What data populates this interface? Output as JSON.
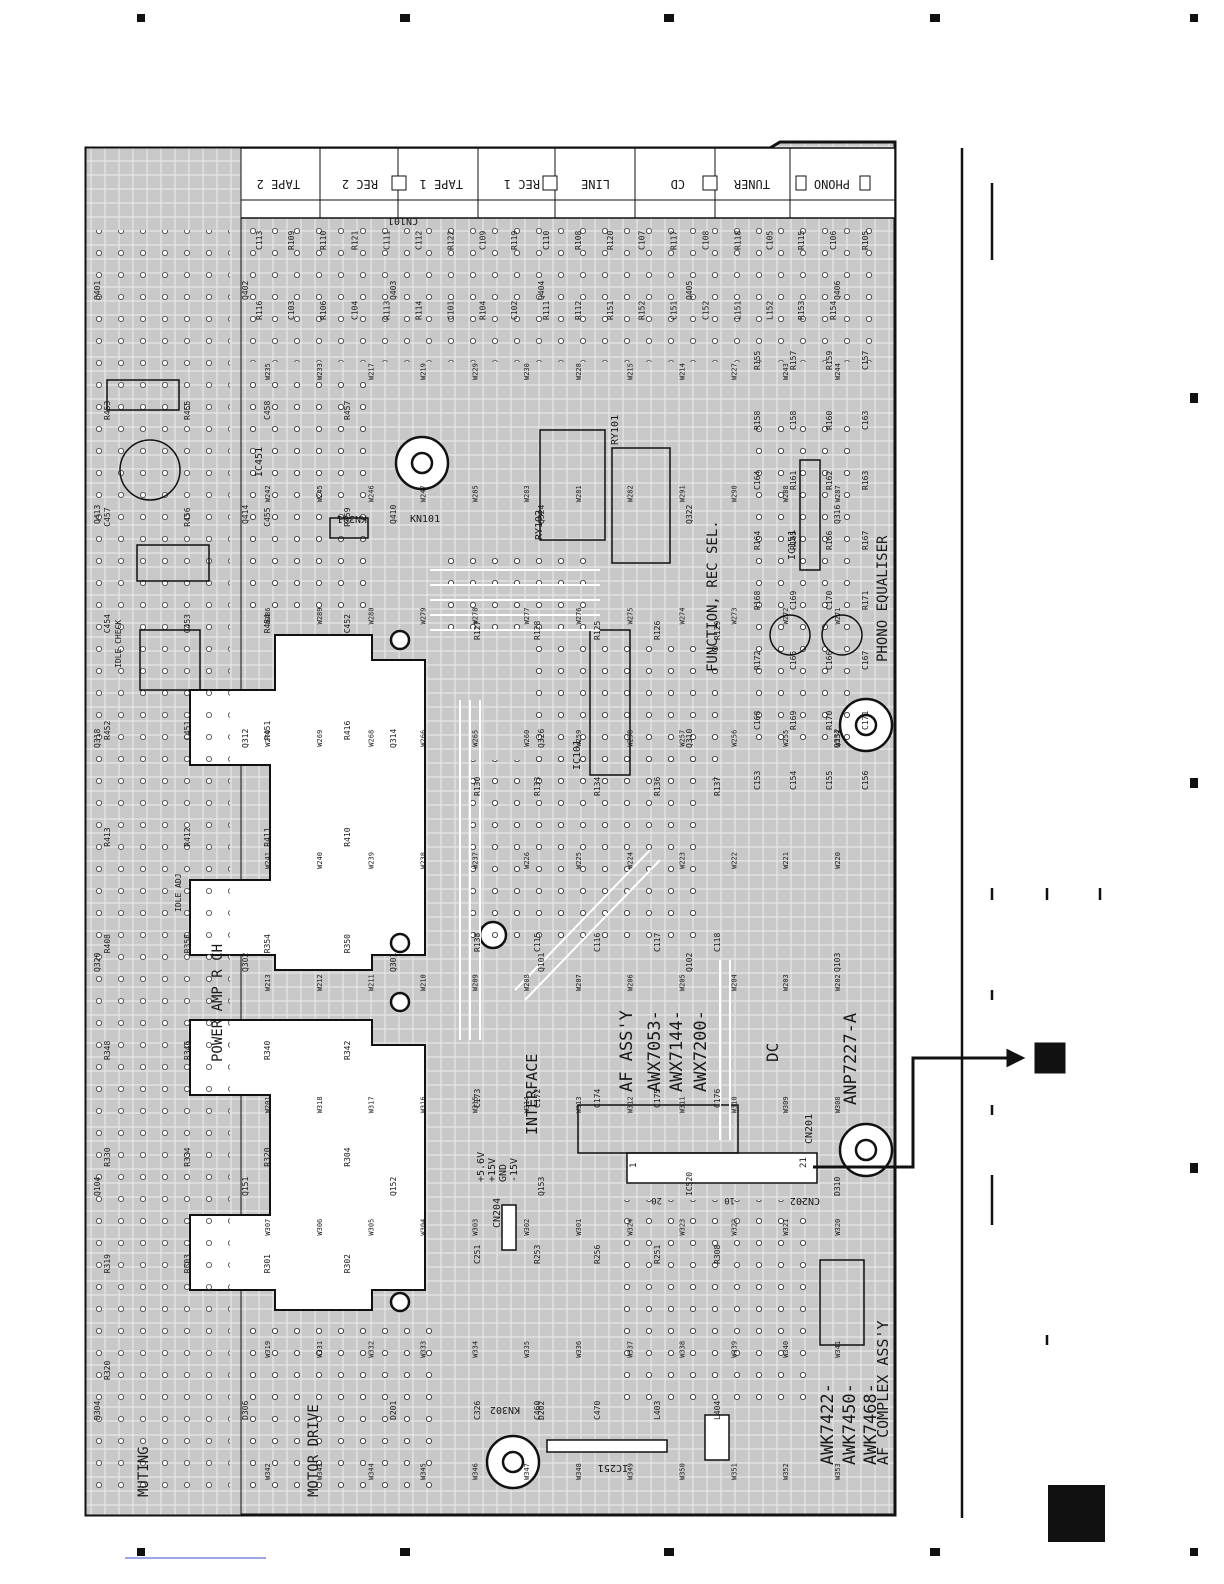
{
  "connector_labels": [
    "TAPE 2",
    "REC 2",
    "TAPE 1",
    "REC 1",
    "LINE",
    "CD",
    "TUNER",
    "PHONO"
  ],
  "section_labels": {
    "function": "FUNCTION, REC SEL.",
    "phono_eq": "PHONO EQUALISER",
    "power_amp": "POWER AMP R CH",
    "interface": "INTERFACE",
    "muting": "MUTING",
    "motor_drive": "MOTOR DRIVE",
    "idle_check": "IDLE CHECK",
    "idle_adj": "IDLE ADJ",
    "dc": "DC"
  },
  "assembly_labels": {
    "af_assy": "AF ASS'Y",
    "awx_1": "AWX7053-",
    "awx_2": "AWX7144-",
    "awx_3": "AWX7200-",
    "board_code": "ANP7227-A",
    "awk_1": "AWK7422-",
    "awk_2": "AWK7450-",
    "awk_3": "AWK7468-",
    "af_complex": "AF COMPLEX ASS'Y"
  },
  "ic_labels": [
    "IC101",
    "IC151",
    "IC451",
    "IC251",
    "RY101",
    "RY102",
    "KN101",
    "KN301",
    "KN302",
    "CN201",
    "CN202",
    "CN204",
    "CN101"
  ],
  "interface_pins": [
    "-15V",
    "GND",
    "+15V",
    "+5.6V"
  ],
  "cn201_pin_numbers": [
    "21",
    "20",
    "10",
    "1"
  ],
  "component_labels_top": [
    "C113",
    "R109",
    "R110",
    "R121",
    "C111",
    "C112",
    "R122",
    "C109",
    "R119",
    "C110",
    "R108",
    "R120",
    "C107",
    "R117",
    "C108",
    "R118",
    "C105",
    "R115",
    "C106",
    "R105",
    "R116",
    "C103",
    "R106",
    "C104",
    "R113",
    "R114",
    "C101",
    "R104",
    "C102",
    "R111",
    "R112",
    "R151",
    "R152",
    "C151",
    "C152",
    "L151",
    "L152",
    "R153",
    "R154"
  ],
  "component_labels_mid": [
    "R453",
    "R455",
    "C458",
    "R457",
    "C457",
    "R456",
    "C455",
    "R459",
    "C454",
    "C453",
    "R454",
    "C452",
    "R452",
    "C451",
    "R451",
    "R416",
    "R413",
    "R412",
    "R411",
    "R410",
    "R408",
    "R358",
    "R354",
    "R350",
    "R348",
    "R346",
    "R340",
    "R342",
    "R330",
    "R334",
    "R320",
    "R304",
    "R319",
    "R303",
    "R301",
    "R302",
    "R320"
  ],
  "component_labels_right": [
    "R155",
    "R157",
    "R159",
    "C157",
    "R158",
    "C158",
    "R160",
    "C163",
    "C164",
    "R161",
    "R162",
    "R163",
    "R164",
    "R165",
    "R166",
    "R167",
    "R168",
    "C169",
    "C170",
    "R171",
    "R172",
    "C165",
    "C166",
    "C167",
    "C168",
    "R169",
    "R170",
    "C171",
    "C153",
    "C154",
    "C155",
    "C156"
  ],
  "component_labels_centre": [
    "R127",
    "R128",
    "R125",
    "R126",
    "R129",
    "R130",
    "R133",
    "R134",
    "R136",
    "R137",
    "R138",
    "C115",
    "C116",
    "C117",
    "C118",
    "C173",
    "C172",
    "C174",
    "C175",
    "C176",
    "C251",
    "R253",
    "R256",
    "R251",
    "R308",
    "C326",
    "C460",
    "C470",
    "L403",
    "L404"
  ],
  "transistor_labels": [
    "Q401",
    "Q402",
    "Q403",
    "Q404",
    "Q405",
    "Q406",
    "Q413",
    "Q414",
    "Q410",
    "Q324",
    "Q322",
    "Q316",
    "Q318",
    "Q312",
    "Q314",
    "Q326",
    "Q310",
    "Q332",
    "Q320",
    "Q302",
    "Q301",
    "Q101",
    "Q102",
    "Q103",
    "Q104",
    "Q151",
    "Q152",
    "Q153",
    "IC520",
    "D310",
    "D304",
    "D306",
    "D201",
    "D202"
  ],
  "jumper_labels": [
    "W235",
    "W233",
    "W217",
    "W219",
    "W229",
    "W230",
    "W228",
    "W215",
    "W214",
    "W227",
    "W243",
    "W244",
    "W242",
    "W245",
    "W246",
    "W247",
    "W285",
    "W283",
    "W281",
    "W282",
    "W291",
    "W290",
    "W288",
    "W287",
    "W286",
    "W289",
    "W280",
    "W279",
    "W278",
    "W277",
    "W276",
    "W275",
    "W274",
    "W273",
    "W272",
    "W271",
    "W270",
    "W269",
    "W268",
    "W266",
    "W265",
    "W260",
    "W259",
    "W258",
    "W257",
    "W256",
    "W255",
    "W254",
    "W241",
    "W240",
    "W239",
    "W238",
    "W237",
    "W226",
    "W225",
    "W224",
    "W223",
    "W222",
    "W221",
    "W220",
    "W213",
    "W212",
    "W211",
    "W210",
    "W209",
    "W208",
    "W207",
    "W206",
    "W205",
    "W204",
    "W203",
    "W202",
    "W201",
    "W318",
    "W317",
    "W316",
    "W315",
    "W314",
    "W313",
    "W312",
    "W311",
    "W310",
    "W309",
    "W308",
    "W307",
    "W306",
    "W305",
    "W304",
    "W303",
    "W302",
    "W301",
    "W324",
    "W323",
    "W322",
    "W321",
    "W320",
    "W319",
    "W331",
    "W332",
    "W333",
    "W334",
    "W335",
    "W336",
    "W337",
    "W338",
    "W339",
    "W340",
    "W341",
    "W342",
    "W343",
    "W344",
    "W345",
    "W346",
    "W347",
    "W348",
    "W349",
    "W350",
    "W351",
    "W352",
    "W353"
  ],
  "colors": {
    "board": "#c8c8c8",
    "trace": "#ffffff",
    "ink": "#1a1a1a",
    "page": "#ffffff"
  }
}
